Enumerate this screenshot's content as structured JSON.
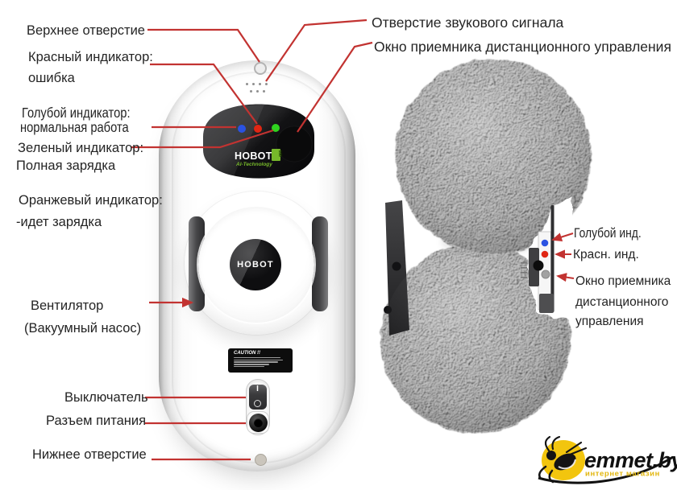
{
  "colors": {
    "annotation_line": "#c23331",
    "text": "#242424",
    "indicator_blue": "#2a52e2",
    "indicator_red": "#e02613",
    "indicator_green": "#2fd31f",
    "logo_green": "#76b82a",
    "bee_yellow": "#f2c50e",
    "tagline_yellow": "#e2b60e"
  },
  "annotations": {
    "top_hole": {
      "text": "Верхнее отверстие"
    },
    "red_indicator": {
      "line1": "Красный индикатор:",
      "line2": "ошибка"
    },
    "blue_indicator": {
      "line1": "Голубой индикатор:",
      "line2": "нормальная работа"
    },
    "green_indicator": {
      "line1": "Зеленый индикатор:",
      "line2": "Полная зарядка"
    },
    "orange_indicator": {
      "line1": "Оранжевый индикатор:",
      "line2": "-идет зарядка"
    },
    "fan": {
      "line1": "Вентилятор",
      "line2": "(Вакуумный насос)"
    },
    "switch": {
      "text": "Выключатель"
    },
    "power": {
      "text": "Разъем питания"
    },
    "bottom_hole": {
      "text": "Нижнее отверстие"
    },
    "buzzer": {
      "text": "Отверстие звукового сигнала"
    },
    "ir_window": {
      "text": "Окно приемника дистанционного управления"
    },
    "blue_small": {
      "text": "Голубой инд."
    },
    "red_small": {
      "text": "Красн. инд."
    },
    "ir_small": {
      "line1": "Окно приемника",
      "line2": "дистанционного",
      "line3": "управления"
    }
  },
  "device": {
    "brand": "HOBOT",
    "model_badge": "188",
    "brand_sub": "AI-Technology",
    "hub_label": "HOBOT",
    "caution_title": "CAUTION !!",
    "switch_on_label": "I"
  },
  "watermark": {
    "name": "emmet.by",
    "tagline": "интернет магазин"
  }
}
